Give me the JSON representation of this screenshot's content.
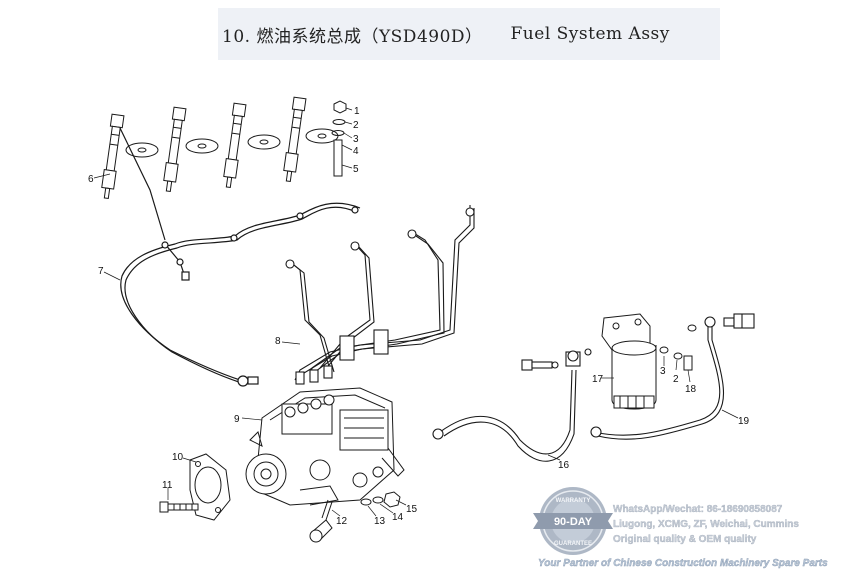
{
  "title": {
    "chinese": "10. 燃油系统总成（YSD490D）",
    "english": "Fuel System Assy"
  },
  "callouts": [
    "1",
    "2",
    "3",
    "4",
    "5",
    "6",
    "7",
    "8",
    "9",
    "10",
    "11",
    "12",
    "13",
    "14",
    "15",
    "16",
    "17",
    "3",
    "2",
    "18",
    "19"
  ],
  "badge": {
    "top": "WARRANTY",
    "middle": "90-DAY",
    "bottom": "GUARANTEE"
  },
  "watermark": {
    "line1": "WhatsApp/Wechat: 86-18690858087",
    "line2": "Liugong, XCMG, ZF, Weichai, Cummins",
    "line3": "Original quality & OEM quality",
    "tagline": "Your Partner of Chinese Construction Machinery Spare Parts"
  },
  "colors": {
    "line": "#1a1a1a",
    "badge": "#9aa7b8",
    "title_bg": "#eef1f6"
  }
}
